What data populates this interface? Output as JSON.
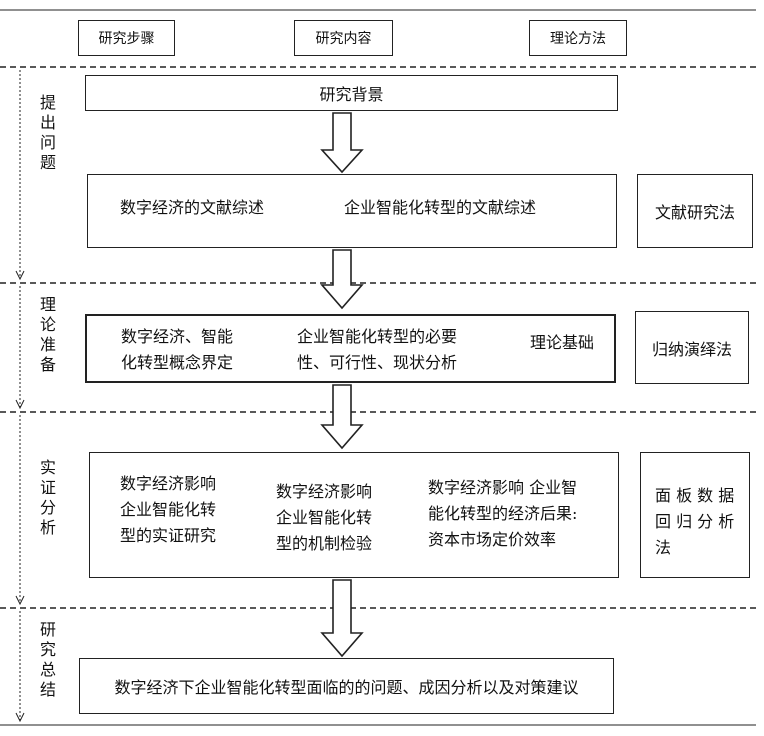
{
  "headers": {
    "steps": "研究步骤",
    "content": "研究内容",
    "methods": "理论方法"
  },
  "stages": [
    "提出问题",
    "理论准备",
    "实证分析",
    "研究总结"
  ],
  "rows": {
    "background": "研究背景",
    "review1": "数字经济的文献综述",
    "review2": "企业智能化转型的文献综述",
    "method1": "文献研究法",
    "prep_a": [
      "数字经济、智能",
      "化转型概念界定"
    ],
    "prep_b": [
      "企业智能化转型的必要",
      "性、可行性、现状分析"
    ],
    "prep_c": "理论基础",
    "method2": "归纳演绎法",
    "emp_a": [
      "数字经济影响",
      "企业智能化转",
      "型的实证研究"
    ],
    "emp_b": [
      "数字经济影响",
      "企业智能化转",
      "型的机制检验"
    ],
    "emp_c": [
      "数字经济影响 企业智",
      "能化转型的经济后果:",
      "资本市场定价效率"
    ],
    "method3": [
      "面 板 数 据",
      "回 归 分 析",
      "法"
    ],
    "summary": "数字经济下企业智能化转型面临的的问题、成因分析以及对策建议"
  },
  "colors": {
    "line": "#222222",
    "dash": "#222222",
    "arrow_fill": "#ffffff"
  }
}
